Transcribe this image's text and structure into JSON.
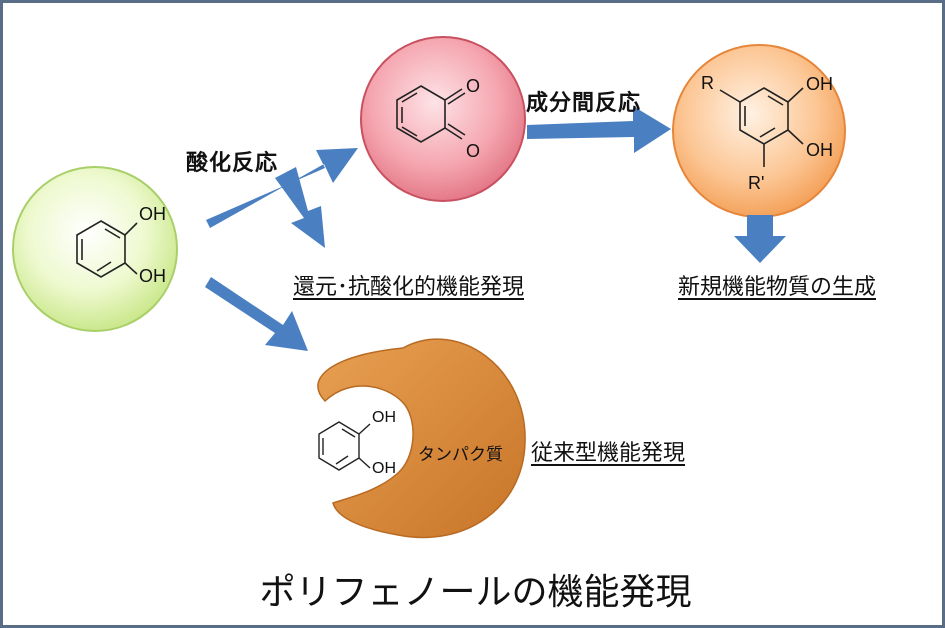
{
  "labels": {
    "oxidation": "酸化反応",
    "intermolecular": "成分間反応",
    "reduction": "還元･抗酸化的機能発現",
    "new_function": "新規機能物質の生成",
    "conventional": "従来型機能発現",
    "protein": "タンパク質"
  },
  "chem": {
    "catechol_oh_top": "OH",
    "catechol_oh_bottom": "OH",
    "quinone_o_top": "O",
    "quinone_o_bottom": "O",
    "product_r": "R",
    "product_r2": "R'",
    "product_oh_top": "OH",
    "product_oh_bottom": "OH",
    "bound_oh_top": "OH",
    "bound_oh_bottom": "OH"
  },
  "title": "ポリフェノールの機能発現",
  "colors": {
    "frame": "#5a6d86",
    "arrow": "#4a7fc1",
    "catechol_fill": "#eaf8c5",
    "quinone_fill": "#f6a9b2",
    "product_fill": "#fcc692",
    "protein_fill": "#d98a3b"
  }
}
